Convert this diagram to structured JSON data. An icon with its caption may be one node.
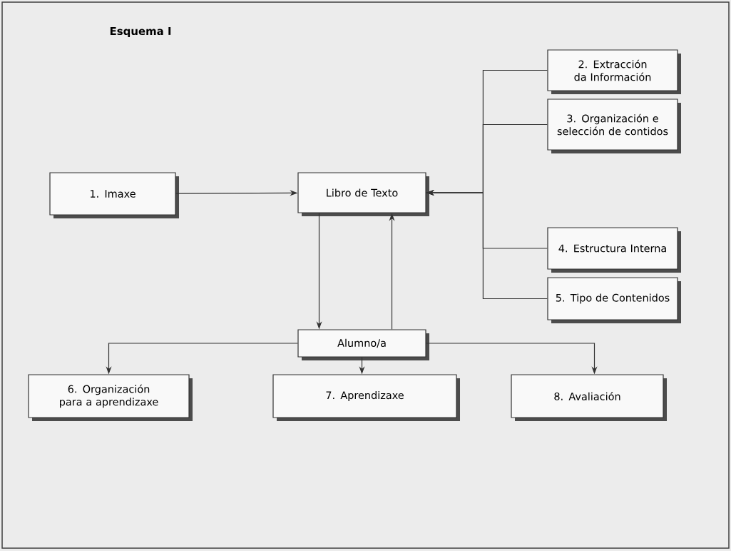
{
  "diagram": {
    "title": "Esquema I",
    "nodes": [
      {
        "text": [
          "1. Imaxe"
        ]
      },
      {
        "text": [
          "Libro de Texto"
        ]
      },
      {
        "text": [
          "2. Extracción da Información"
        ]
      },
      {
        "text": [
          "3. Organización e selección de contidos"
        ]
      },
      {
        "text": [
          "4. Estructura Interna"
        ]
      },
      {
        "text": [
          "5. Tipo de Contenidos"
        ]
      },
      {
        "text": [
          "Alumno/a"
        ]
      },
      {
        "text": [
          "6. Organización para a aprendizaxe"
        ]
      },
      {
        "text": [
          "7. Aprendizaxe"
        ]
      },
      {
        "text": [
          "8. Avaliación"
        ]
      }
    ],
    "edges": [
      {
        "from": 0,
        "to": 1,
        "arrow": "to"
      },
      {
        "from": 2,
        "to": 1,
        "arrow": "to"
      },
      {
        "from": 3,
        "to": 1,
        "arrow": "to"
      },
      {
        "from": 4,
        "to": 1,
        "arrow": "to"
      },
      {
        "from": 5,
        "to": 1,
        "arrow": "to"
      },
      {
        "from": 1,
        "to": 6,
        "arrow": "to"
      },
      {
        "from": 6,
        "to": 1,
        "arrow": "to"
      },
      {
        "from": 6,
        "to": 7,
        "arrow": "to"
      },
      {
        "from": 6,
        "to": 8,
        "arrow": "to"
      },
      {
        "from": 6,
        "to": 9,
        "arrow": "to"
      }
    ]
  }
}
